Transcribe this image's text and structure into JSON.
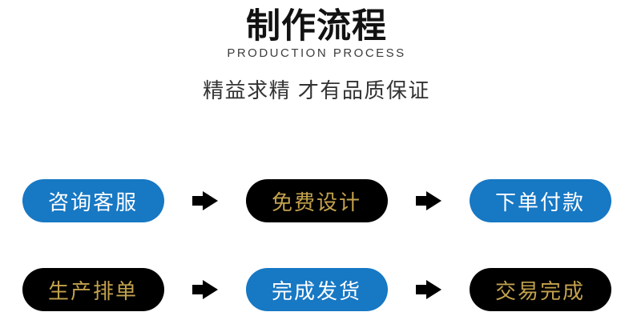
{
  "header": {
    "title": "制作流程",
    "subtitle": "PRODUCTION PROCESS",
    "tagline": "精益求精 才有品质保证"
  },
  "colors": {
    "pill_blue": "#1778c4",
    "pill_black": "#000000",
    "text_on_blue": "#ffffff",
    "text_gold": "#c3a24d",
    "arrow": "#000000",
    "title_text": "#121212",
    "subtitle_text": "#3d3d3d",
    "tagline_text": "#333333",
    "background": "#ffffff"
  },
  "flow": {
    "rows": [
      {
        "steps": [
          {
            "label": "咨询客服",
            "style": "blue"
          },
          {
            "label": "免费设计",
            "style": "black"
          },
          {
            "label": "下单付款",
            "style": "blue"
          }
        ]
      },
      {
        "steps": [
          {
            "label": "生产排单",
            "style": "black"
          },
          {
            "label": "完成发货",
            "style": "blue"
          },
          {
            "label": "交易完成",
            "style": "black"
          }
        ]
      }
    ]
  }
}
